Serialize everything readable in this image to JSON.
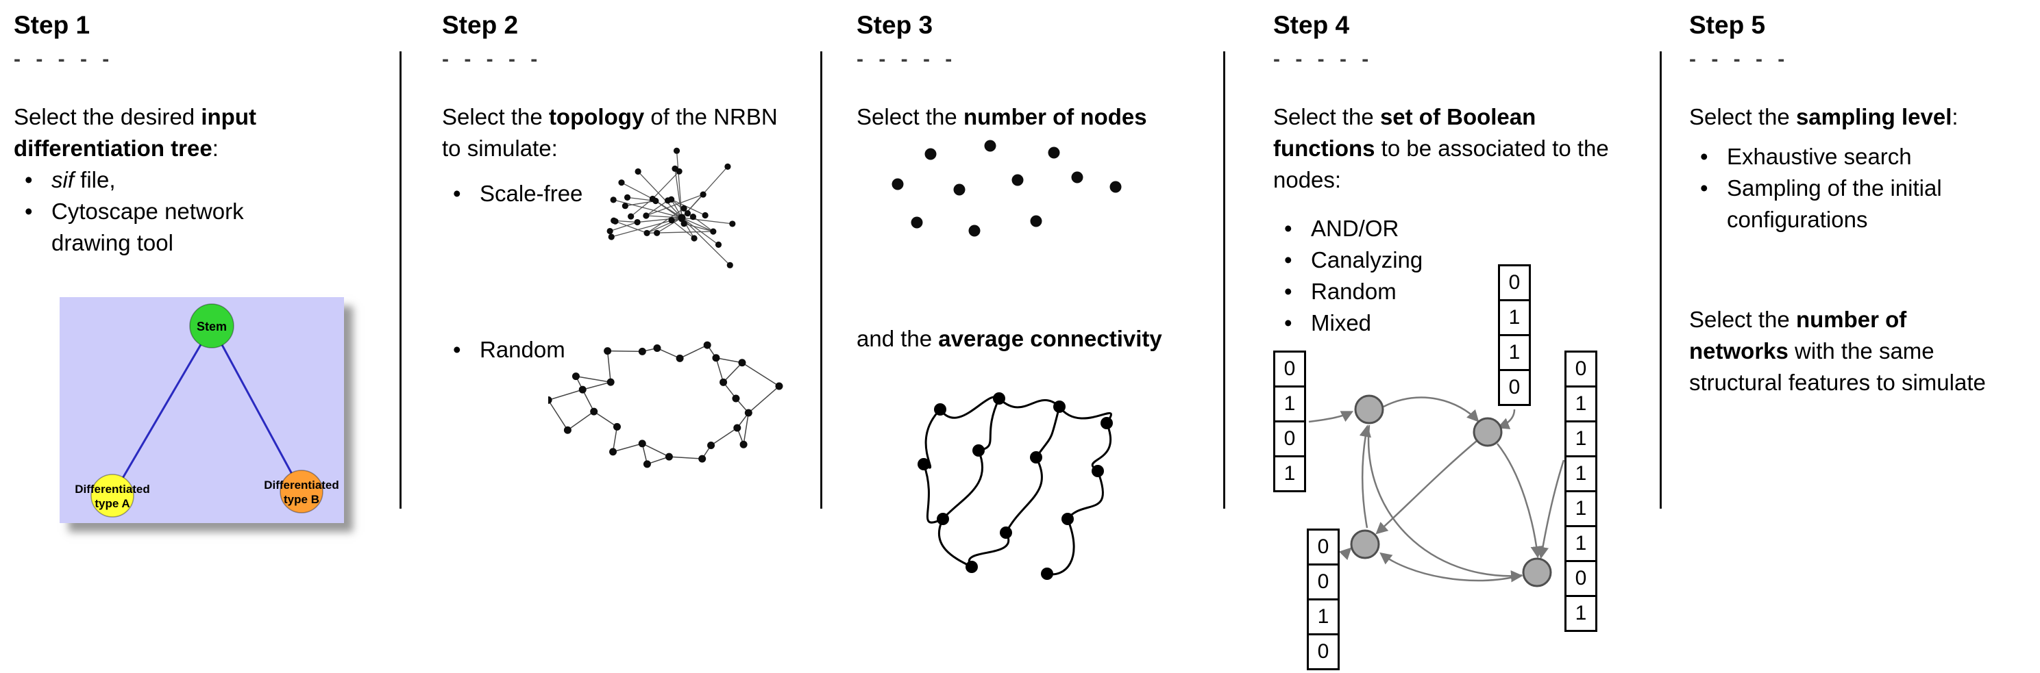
{
  "steps": [
    {
      "title": "Step 1",
      "dashes": "- - - - -",
      "intro": {
        "pre": "Select the desired ",
        "bold": "input differentiation tree",
        "post": ":"
      },
      "bullets": [
        {
          "italic": "sif",
          "text": " file,"
        },
        {
          "italic": "",
          "text": "Cytoscape network drawing tool"
        }
      ],
      "tree": {
        "root": "Stem",
        "left_line1": "Differentiated",
        "left_line2": "type A",
        "right_line1": "Differentiated",
        "right_line2": "type B"
      },
      "colors": {
        "background": "#cdccfa",
        "root": "#33d433",
        "left": "#ffff37",
        "right": "#ff9e33",
        "edge": "#2a2ac0"
      }
    },
    {
      "title": "Step 2",
      "dashes": "- - - - -",
      "intro": {
        "pre": "Select the ",
        "bold": "topology",
        "post": " of the NRBN to simulate:"
      },
      "bullets": [
        "Scale-free",
        "Random"
      ]
    },
    {
      "title": "Step 3",
      "dashes": "- - - - -",
      "intro": {
        "pre": "Select the ",
        "bold": "number of nodes",
        "post": ""
      },
      "intro2": {
        "pre": "and the ",
        "bold": "average connectivity",
        "post": ""
      }
    },
    {
      "title": "Step 4",
      "dashes": "- - - - -",
      "intro": {
        "pre": "Select the ",
        "bold": "set of Boolean functions",
        "post": " to be associated to the nodes:"
      },
      "bullets": [
        "AND/OR",
        "Canalyzing",
        "Random",
        "Mixed"
      ],
      "truth_tables": {
        "left": [
          "0",
          "1",
          "0",
          "1"
        ],
        "top": [
          "0",
          "1",
          "1",
          "0"
        ],
        "bottom_left": [
          "0",
          "0",
          "1",
          "0"
        ],
        "right": [
          "0",
          "1",
          "1",
          "1",
          "1",
          "1",
          "0",
          "1"
        ]
      }
    },
    {
      "title": "Step 5",
      "dashes": "- - - - -",
      "intro": {
        "pre": "Select the ",
        "bold": "sampling level",
        "post": ":"
      },
      "bullets": [
        "Exhaustive search",
        "Sampling of the initial configurations"
      ],
      "para2": {
        "pre": "Select the ",
        "bold": "number of networks",
        "post": " with the same structural features to simulate"
      }
    }
  ]
}
